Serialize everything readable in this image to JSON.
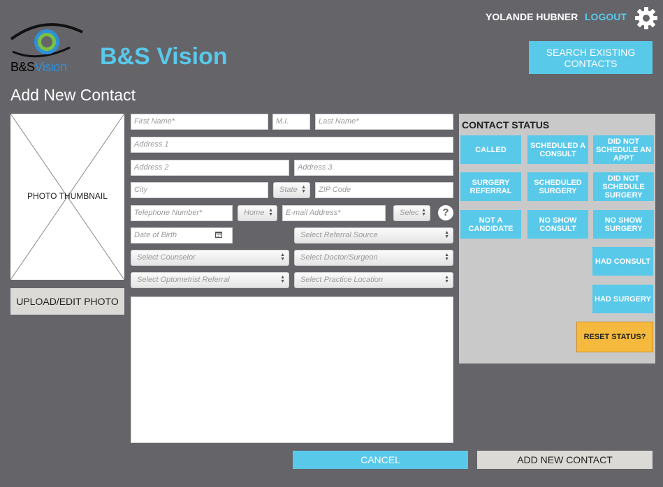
{
  "header": {
    "user_name": "YOLANDE HUBNER",
    "logout_label": "LOGOUT",
    "brand_name": "B&S Vision",
    "logo_text_dark": "B&S",
    "logo_text_blue": "Vision",
    "search_button": "SEARCH EXISTING CONTACTS"
  },
  "page_title": "Add New Contact",
  "photo": {
    "thumbnail_label": "PHOTO THUMBNAIL",
    "upload_button": "UPLOAD/EDIT PHOTO"
  },
  "form": {
    "first_name": "First Name*",
    "mi": "M.I.",
    "last_name": "Last Name*",
    "address1": "Address 1",
    "address2": "Address 2",
    "address3": "Address 3",
    "city": "City",
    "state": "State",
    "zip": "ZIP Code",
    "phone": "Telephone Number*",
    "phone_type": "Home",
    "email": "E-mail Address*",
    "email_type": "Selec",
    "help": "?",
    "dob": "Date of Birth",
    "referral_source": "Select Referral Source",
    "counselor": "Select Counselor",
    "doctor": "Select Doctor/Surgeon",
    "optometrist": "Select Optometrist Referral",
    "practice": "Select Practice Location"
  },
  "contact_status": {
    "title": "CONTACT STATUS",
    "buttons": {
      "called": "CALLED",
      "scheduled_consult": "SCHEDULED A CONSULT",
      "did_not_schedule_appt": "DID NOT SCHEDULE AN APPT",
      "surgery_referral": "SURGERY REFERRAL",
      "scheduled_surgery": "SCHEDULED SURGERY",
      "did_not_schedule_surgery": "DID NOT SCHEDULE SURGERY",
      "not_candidate": "NOT A CANDIDATE",
      "no_show_consult": "NO SHOW CONSULT",
      "no_show_surgery": "NO SHOW SURGERY",
      "had_consult": "HAD CONSULT",
      "had_surgery": "HAD SURGERY"
    },
    "reset_label": "RESET STATUS?"
  },
  "footer": {
    "cancel": "CANCEL",
    "add_new": "ADD NEW CONTACT"
  },
  "colors": {
    "background": "#646469",
    "accent": "#59c9ea",
    "reset": "#f5b93d",
    "panel": "#c9c9c9"
  },
  "icons": [
    "gear-icon",
    "eye-logo-icon",
    "calendar-icon",
    "help-icon",
    "select-arrows-icon"
  ]
}
